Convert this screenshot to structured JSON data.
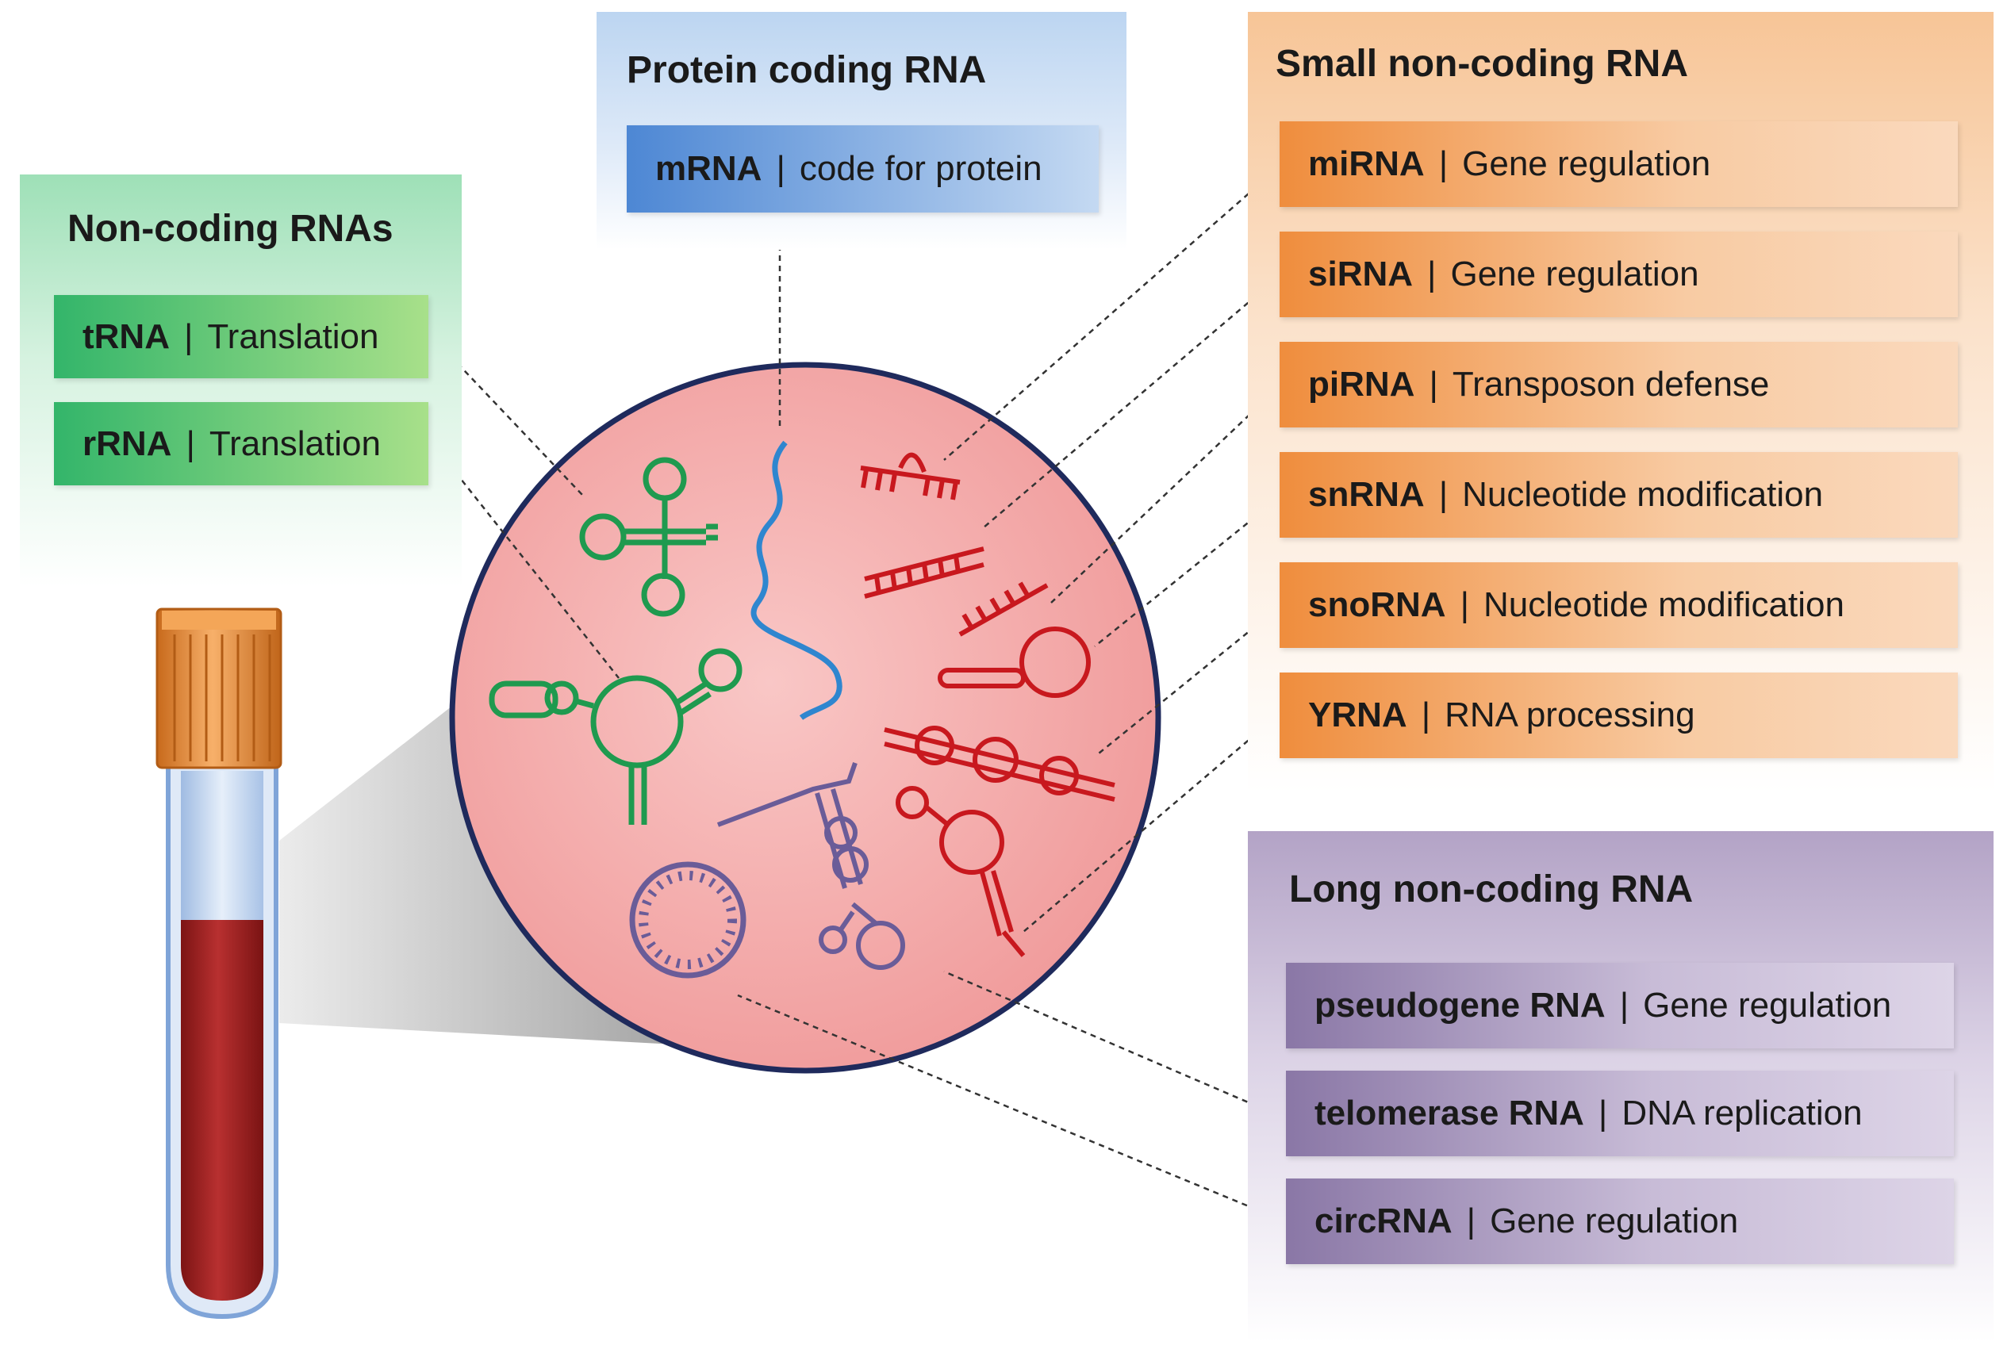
{
  "noncoding": {
    "title": "Non-coding RNAs",
    "items": [
      {
        "name": "tRNA",
        "function": "Translation"
      },
      {
        "name": "rRNA",
        "function": "Translation"
      }
    ]
  },
  "protein": {
    "title": "Protein coding RNA",
    "items": [
      {
        "name": "mRNA",
        "function": "code for protein"
      }
    ]
  },
  "small": {
    "title": "Small non-coding RNA",
    "items": [
      {
        "name": "miRNA",
        "function": "Gene regulation"
      },
      {
        "name": "siRNA",
        "function": "Gene regulation"
      },
      {
        "name": "piRNA",
        "function": "Transposon defense"
      },
      {
        "name": "snRNA",
        "function": "Nucleotide modification"
      },
      {
        "name": "snoRNA",
        "function": "Nucleotide modification"
      },
      {
        "name": "YRNA",
        "function": "RNA processing"
      }
    ]
  },
  "long": {
    "title": "Long non-coding RNA",
    "items": [
      {
        "name": "pseudogene RNA",
        "function": "Gene regulation"
      },
      {
        "name": "telomerase RNA",
        "function": "DNA replication"
      },
      {
        "name": "circRNA",
        "function": "Gene regulation"
      }
    ]
  },
  "separator": "|",
  "colors": {
    "green": "#1f9a4f",
    "blue": "#2f86cf",
    "red": "#c8181e",
    "purple": "#6a5c98",
    "circle_fill": "#f6b3b3",
    "circle_border": "#1f2a5c",
    "tube_cap": "#e98f3a",
    "blood": "#9e1e1e"
  }
}
